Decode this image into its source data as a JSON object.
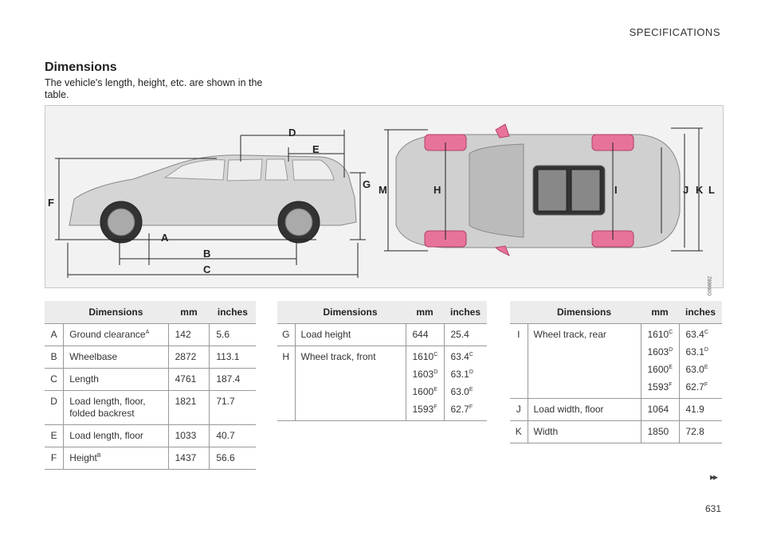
{
  "header": {
    "section": "SPECIFICATIONS"
  },
  "title": "Dimensions",
  "intro": "The vehicle's length, height, etc. are shown in the table.",
  "figure": {
    "code": "G068682",
    "side_labels": {
      "A": "A",
      "B": "B",
      "C": "C",
      "D": "D",
      "E": "E",
      "F": "F",
      "G": "G"
    },
    "top_labels": {
      "M": "M",
      "H": "H",
      "I": "I",
      "J": "J",
      "K": "K",
      "L": "L"
    },
    "colors": {
      "highlight": "#e8739a",
      "line": "#222222",
      "panel": "#f2f2f2"
    }
  },
  "table_headers": {
    "dimensions": "Dimensions",
    "mm": "mm",
    "inches": "inches"
  },
  "table1": [
    {
      "letter": "A",
      "name": "Ground clearance",
      "name_sup": "A",
      "mm": "142",
      "inches": "5.6"
    },
    {
      "letter": "B",
      "name": "Wheelbase",
      "mm": "2872",
      "inches": "113.1"
    },
    {
      "letter": "C",
      "name": "Length",
      "mm": "4761",
      "inches": "187.4"
    },
    {
      "letter": "D",
      "name": "Load length, floor, folded backrest",
      "mm": "1821",
      "inches": "71.7"
    },
    {
      "letter": "E",
      "name": "Load length, floor",
      "mm": "1033",
      "inches": "40.7"
    },
    {
      "letter": "F",
      "name": "Height",
      "name_sup": "B",
      "mm": "1437",
      "inches": "56.6"
    }
  ],
  "table2": [
    {
      "letter": "G",
      "name": "Load height",
      "mm": "644",
      "inches": "25.4"
    },
    {
      "letter": "H",
      "name": "Wheel track, front",
      "mm_values": [
        {
          "v": "1610",
          "s": "C"
        },
        {
          "v": "1603",
          "s": "D"
        },
        {
          "v": "1600",
          "s": "E"
        },
        {
          "v": "1593",
          "s": "F"
        }
      ],
      "in_values": [
        {
          "v": "63.4",
          "s": "C"
        },
        {
          "v": "63.1",
          "s": "D"
        },
        {
          "v": "63.0",
          "s": "E"
        },
        {
          "v": "62.7",
          "s": "F"
        }
      ]
    }
  ],
  "table3": [
    {
      "letter": "I",
      "name": "Wheel track, rear",
      "mm_values": [
        {
          "v": "1610",
          "s": "C"
        },
        {
          "v": "1603",
          "s": "D"
        },
        {
          "v": "1600",
          "s": "E"
        },
        {
          "v": "1593",
          "s": "F"
        }
      ],
      "in_values": [
        {
          "v": "63.4",
          "s": "C"
        },
        {
          "v": "63.1",
          "s": "D"
        },
        {
          "v": "63.0",
          "s": "E"
        },
        {
          "v": "62.7",
          "s": "F"
        }
      ]
    },
    {
      "letter": "J",
      "name": "Load width, floor",
      "mm": "1064",
      "inches": "41.9"
    },
    {
      "letter": "K",
      "name": "Width",
      "mm": "1850",
      "inches": "72.8"
    }
  ],
  "footer": {
    "next_icon": "double-chevron-right-icon",
    "next_glyph": "▸▸",
    "page": "631"
  }
}
